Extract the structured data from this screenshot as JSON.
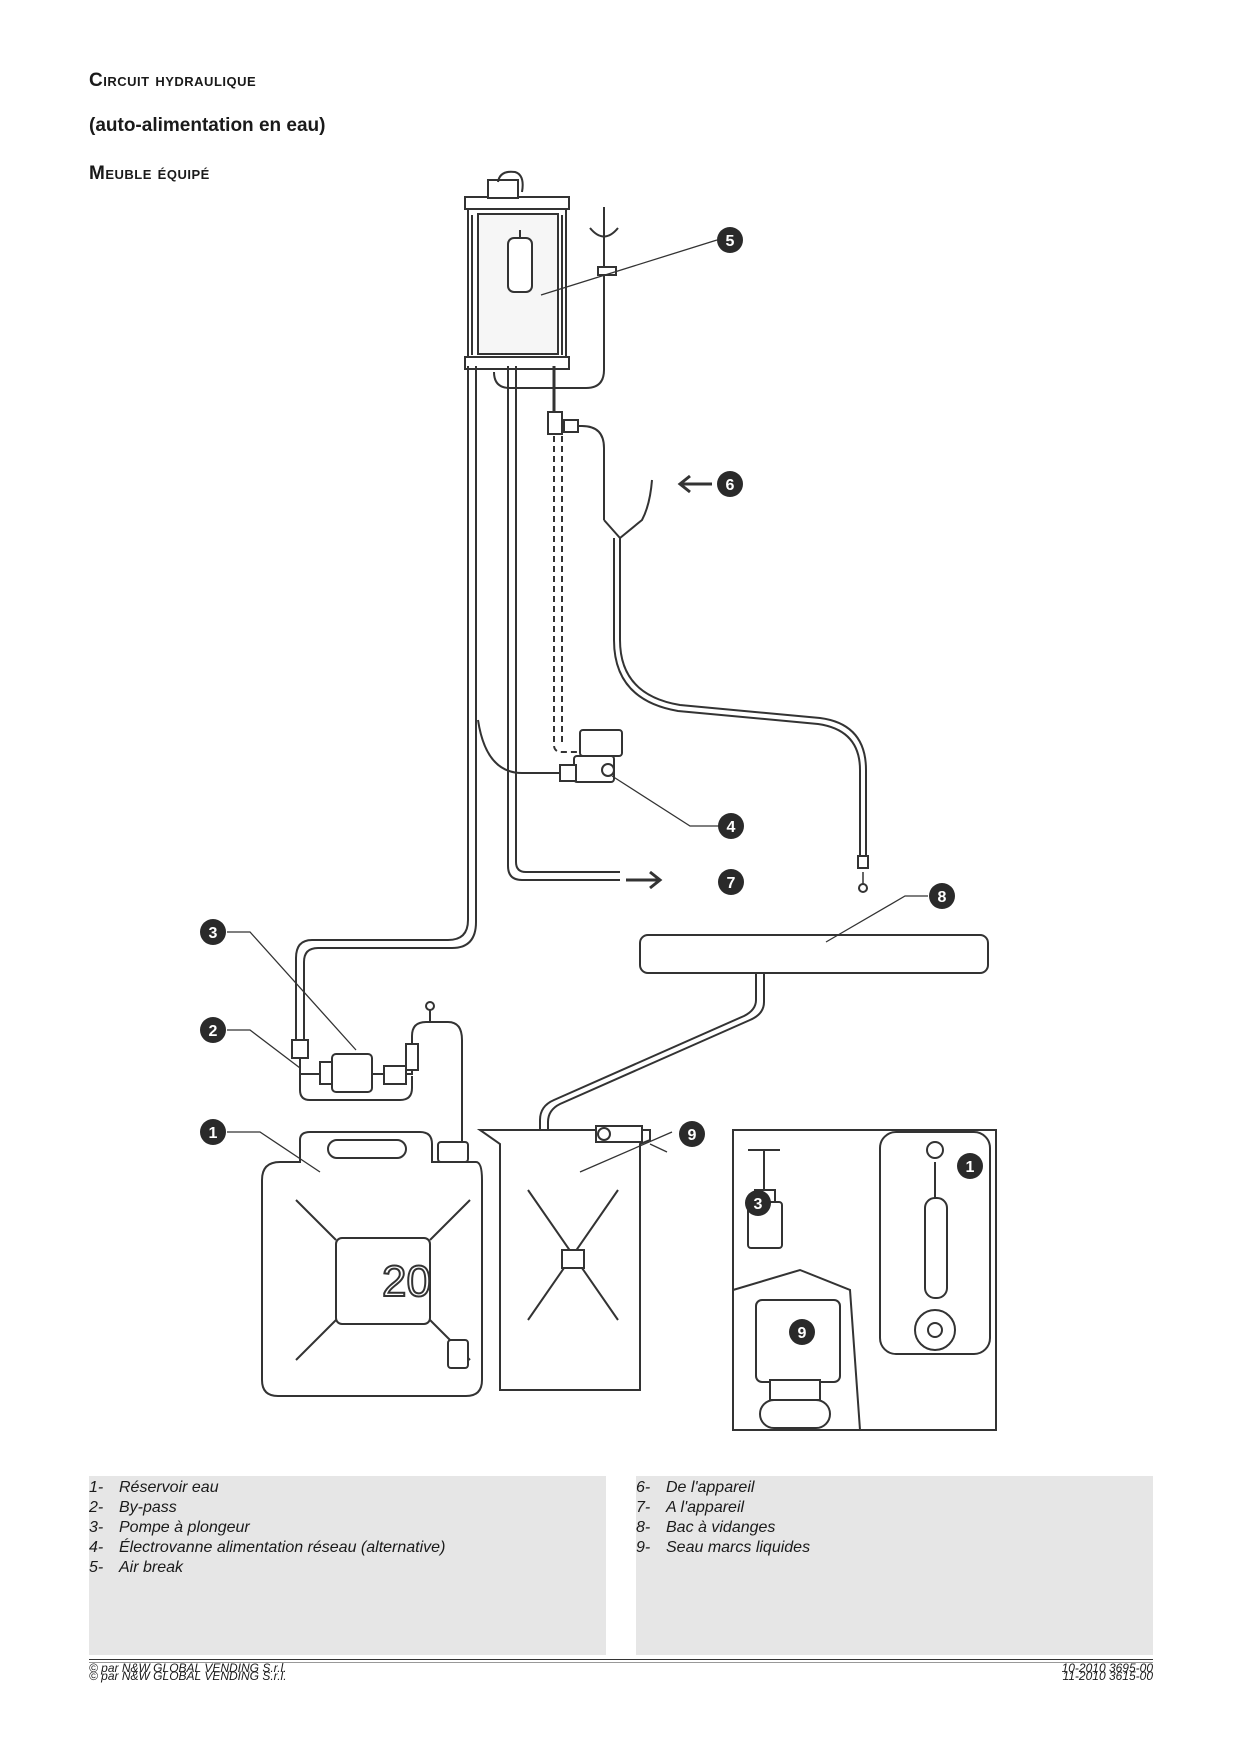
{
  "headings": {
    "title": "Circuit hydraulique",
    "subtitle": "(auto-alimentation en eau)",
    "section": "Meuble équipé"
  },
  "callouts": {
    "c1": "1",
    "c2": "2",
    "c3": "3",
    "c4": "4",
    "c5": "5",
    "c6": "6",
    "c7": "7",
    "c8": "8",
    "c9": "9",
    "inset1": "1",
    "inset3": "3",
    "inset9": "9"
  },
  "canister_label": "20",
  "legend_left": [
    {
      "num": "1-",
      "text": "Réservoir eau"
    },
    {
      "num": "2-",
      "text": "By-pass"
    },
    {
      "num": "3-",
      "text": "Pompe à plongeur"
    },
    {
      "num": "4-",
      "text": "Électrovanne alimentation réseau (alternative)"
    },
    {
      "num": "5-",
      "text": "Air break"
    }
  ],
  "legend_right": [
    {
      "num": "6-",
      "text": "De l'appareil"
    },
    {
      "num": "7-",
      "text": "A l'appareil"
    },
    {
      "num": "8-",
      "text": "Bac à vidanges"
    },
    {
      "num": "9-",
      "text": "Seau marcs liquides"
    }
  ],
  "footer": {
    "copyright_a": "© par N&W GLOBAL VENDING S.r.l.",
    "copyright_b": "© par N&W GLOBAL VENDING S.r.l.",
    "doc_code_a": "10-2010 3695-00",
    "doc_code_b": "11-2010 3615-00"
  }
}
